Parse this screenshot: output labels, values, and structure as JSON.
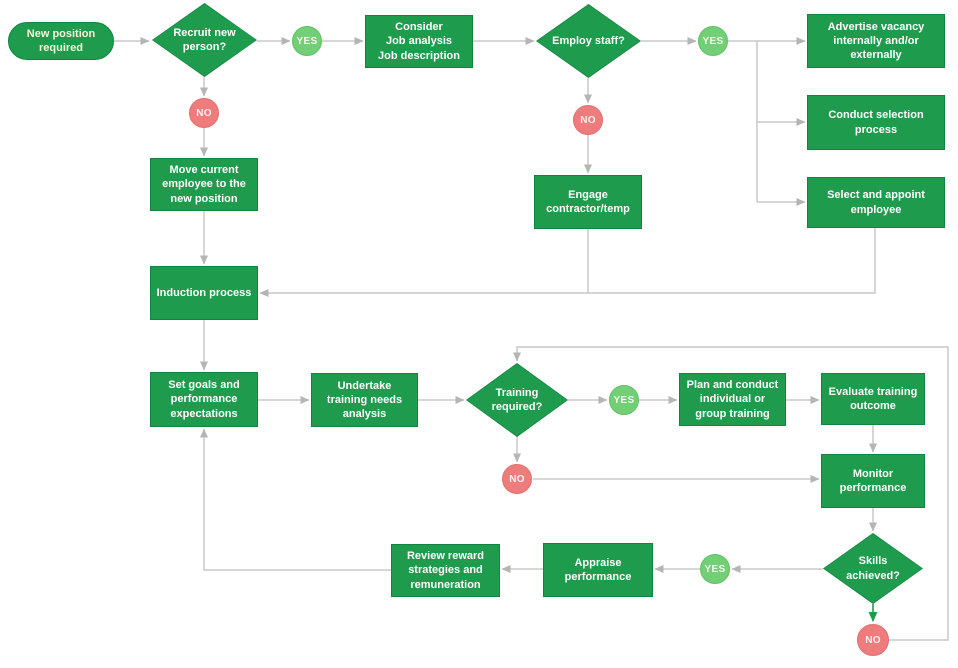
{
  "palette": {
    "process_fill": "#1e9b4d",
    "process_border": "#0f8540",
    "yes_circle_fill": "#73cf75",
    "no_circle_fill": "#ee7c7c",
    "connector_gray": "#c9c9c9",
    "arrowhead_gray": "#b5b5b5",
    "background": "#ffffff"
  },
  "nodes": {
    "start": {
      "label": "New position\nrequired",
      "type": "terminator"
    },
    "recruit_decision": {
      "label": "Recruit new\nperson?",
      "type": "decision"
    },
    "recruit_yes": {
      "label": "YES"
    },
    "recruit_no": {
      "label": "NO"
    },
    "consider": {
      "label": "Consider\nJob analysis\nJob description",
      "type": "process"
    },
    "employ_decision": {
      "label": "Employ staff?",
      "type": "decision"
    },
    "employ_yes": {
      "label": "YES"
    },
    "employ_no": {
      "label": "NO"
    },
    "advertise": {
      "label": "Advertise vacancy\ninternally and/or\nexternally",
      "type": "process"
    },
    "conduct": {
      "label": "Conduct selection\nprocess",
      "type": "process"
    },
    "select": {
      "label": "Select and appoint\nemployee",
      "type": "process"
    },
    "move": {
      "label": "Move current\nemployee to the\nnew position",
      "type": "process"
    },
    "engage": {
      "label": "Engage\ncontractor/temp",
      "type": "process"
    },
    "induction": {
      "label": "Induction process",
      "type": "process"
    },
    "set_goals": {
      "label": "Set goals and\nperformance\nexpectations",
      "type": "process"
    },
    "undertake": {
      "label": "Undertake\ntraining needs\nanalysis",
      "type": "process"
    },
    "training_decision": {
      "label": "Training\nrequired?",
      "type": "decision"
    },
    "training_yes": {
      "label": "YES"
    },
    "training_no": {
      "label": "NO"
    },
    "plan": {
      "label": "Plan and conduct\nindividual or\ngroup training",
      "type": "process"
    },
    "evaluate": {
      "label": "Evaluate training\noutcome",
      "type": "process"
    },
    "monitor": {
      "label": "Monitor\nperformance",
      "type": "process"
    },
    "skills_decision": {
      "label": "Skills\nachieved?",
      "type": "decision"
    },
    "skills_yes": {
      "label": "YES"
    },
    "skills_no": {
      "label": "NO"
    },
    "appraise": {
      "label": "Appraise\nperformance",
      "type": "process"
    },
    "review": {
      "label": "Review reward\nstrategies and\nremuneration",
      "type": "process"
    }
  },
  "edges": [
    {
      "from": "start",
      "to": "recruit_decision"
    },
    {
      "from": "recruit_decision",
      "to": "consider",
      "label": "YES"
    },
    {
      "from": "recruit_decision",
      "to": "move",
      "label": "NO"
    },
    {
      "from": "consider",
      "to": "employ_decision"
    },
    {
      "from": "employ_decision",
      "to": "advertise",
      "label": "YES"
    },
    {
      "from": "employ_decision",
      "to": "conduct",
      "label": "YES"
    },
    {
      "from": "employ_decision",
      "to": "select",
      "label": "YES"
    },
    {
      "from": "employ_decision",
      "to": "engage",
      "label": "NO"
    },
    {
      "from": "move",
      "to": "induction"
    },
    {
      "from": "engage",
      "to": "induction"
    },
    {
      "from": "select",
      "to": "induction"
    },
    {
      "from": "induction",
      "to": "set_goals"
    },
    {
      "from": "set_goals",
      "to": "undertake"
    },
    {
      "from": "undertake",
      "to": "training_decision"
    },
    {
      "from": "training_decision",
      "to": "plan",
      "label": "YES"
    },
    {
      "from": "training_decision",
      "to": "monitor",
      "label": "NO"
    },
    {
      "from": "plan",
      "to": "evaluate"
    },
    {
      "from": "evaluate",
      "to": "monitor"
    },
    {
      "from": "monitor",
      "to": "skills_decision"
    },
    {
      "from": "skills_decision",
      "to": "appraise",
      "label": "YES"
    },
    {
      "from": "skills_decision",
      "to": "training_decision",
      "label": "NO"
    },
    {
      "from": "appraise",
      "to": "review"
    },
    {
      "from": "review",
      "to": "set_goals"
    }
  ]
}
